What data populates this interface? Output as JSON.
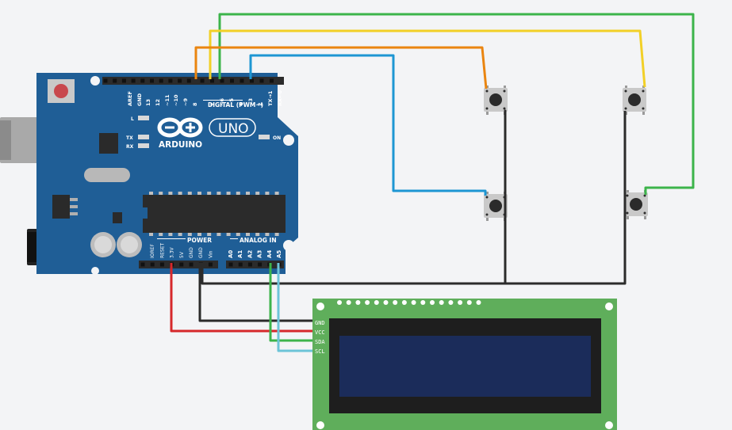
{
  "arduino": {
    "brand": "ARDUINO",
    "model": "UNO",
    "digital_header": "DIGITAL (PWM~)",
    "power_header": "POWER",
    "analog_header": "ANALOG IN",
    "digital_pins": [
      "AREF",
      "GND",
      "13",
      "12",
      "~11",
      "~10",
      "~9",
      "8",
      "7",
      "~6",
      "~5",
      "4",
      "~3",
      "2",
      "TX→1",
      "RX←0"
    ],
    "power_pins": [
      "IOREF",
      "RESET",
      "3.3V",
      "5V",
      "GND",
      "GND",
      "Vin"
    ],
    "analog_pins": [
      "A0",
      "A1",
      "A2",
      "A3",
      "A4",
      "A5"
    ],
    "led_labels": [
      "L",
      "TX",
      "RX"
    ],
    "on_label": "ON"
  },
  "lcd": {
    "pin_labels": [
      "GND",
      "VCC",
      "SDA",
      "SCL"
    ]
  },
  "colors": {
    "board": "#1f5e96",
    "lcd_pcb": "#5fae5b",
    "lcd_screen": "#1b2c5a",
    "wire_green": "#3cb44b",
    "wire_yellow": "#f2d027",
    "wire_orange": "#ea8510",
    "wire_blue": "#1d96d3",
    "wire_black": "#2b2b2b",
    "wire_red": "#d6282b",
    "wire_cyan": "#6cc4d8"
  }
}
